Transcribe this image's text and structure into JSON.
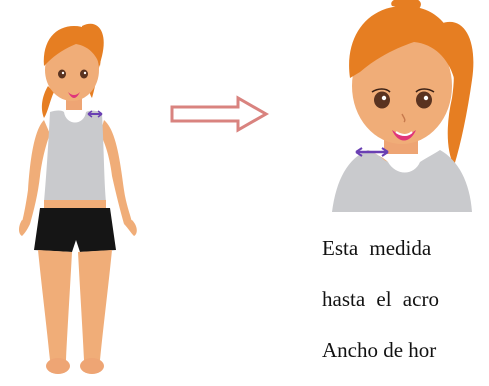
{
  "illustration": {
    "full_figure_icon": "girl-full-body-figure",
    "arrow_icon": "right-arrow-outline",
    "zoom_icon": "shoulder-closeup-figure",
    "measure_icon": "double-headed-measure-arrow",
    "colors": {
      "hair": "#e67e22",
      "skin": "#f0ad78",
      "top": "#c9cacd",
      "shorts": "#151515",
      "measure": "#6a40b3",
      "arrow_outline": "#d9837f"
    }
  },
  "caption": {
    "line1": "Esta medida",
    "line2": "hasta el acro",
    "line3": "Ancho de hor"
  }
}
